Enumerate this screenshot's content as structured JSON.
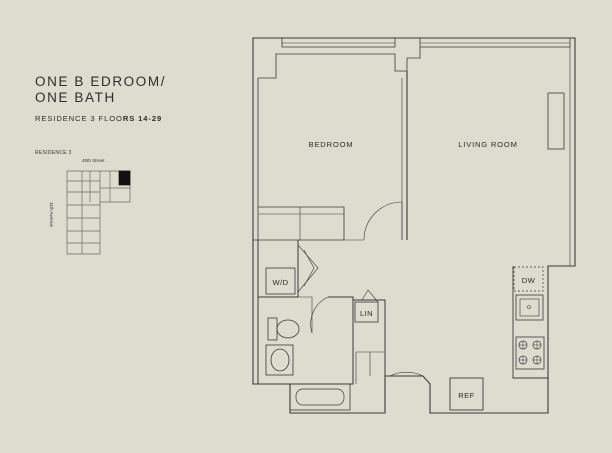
{
  "title": {
    "line1": "ONE B EDROOM/",
    "line2": "ONE BATH"
  },
  "subtitle": {
    "prefix": "RESIDENCE 3 FLOO",
    "bold": "RS 14-29"
  },
  "key_plan": {
    "residence_label": "RESIDENCE 3",
    "street_label": "45th Street",
    "avenue_label": "11th Avenue"
  },
  "rooms": {
    "bedroom": "BEDROOM",
    "living_room": "LIVING ROOM"
  },
  "fixtures": {
    "washer_dryer": "W/D",
    "linen": "LIN",
    "dishwasher": "DW",
    "refrigerator": "REF"
  },
  "colors": {
    "background": "#dedbcf",
    "line": "#3a3a3a",
    "highlight": "#111111"
  }
}
